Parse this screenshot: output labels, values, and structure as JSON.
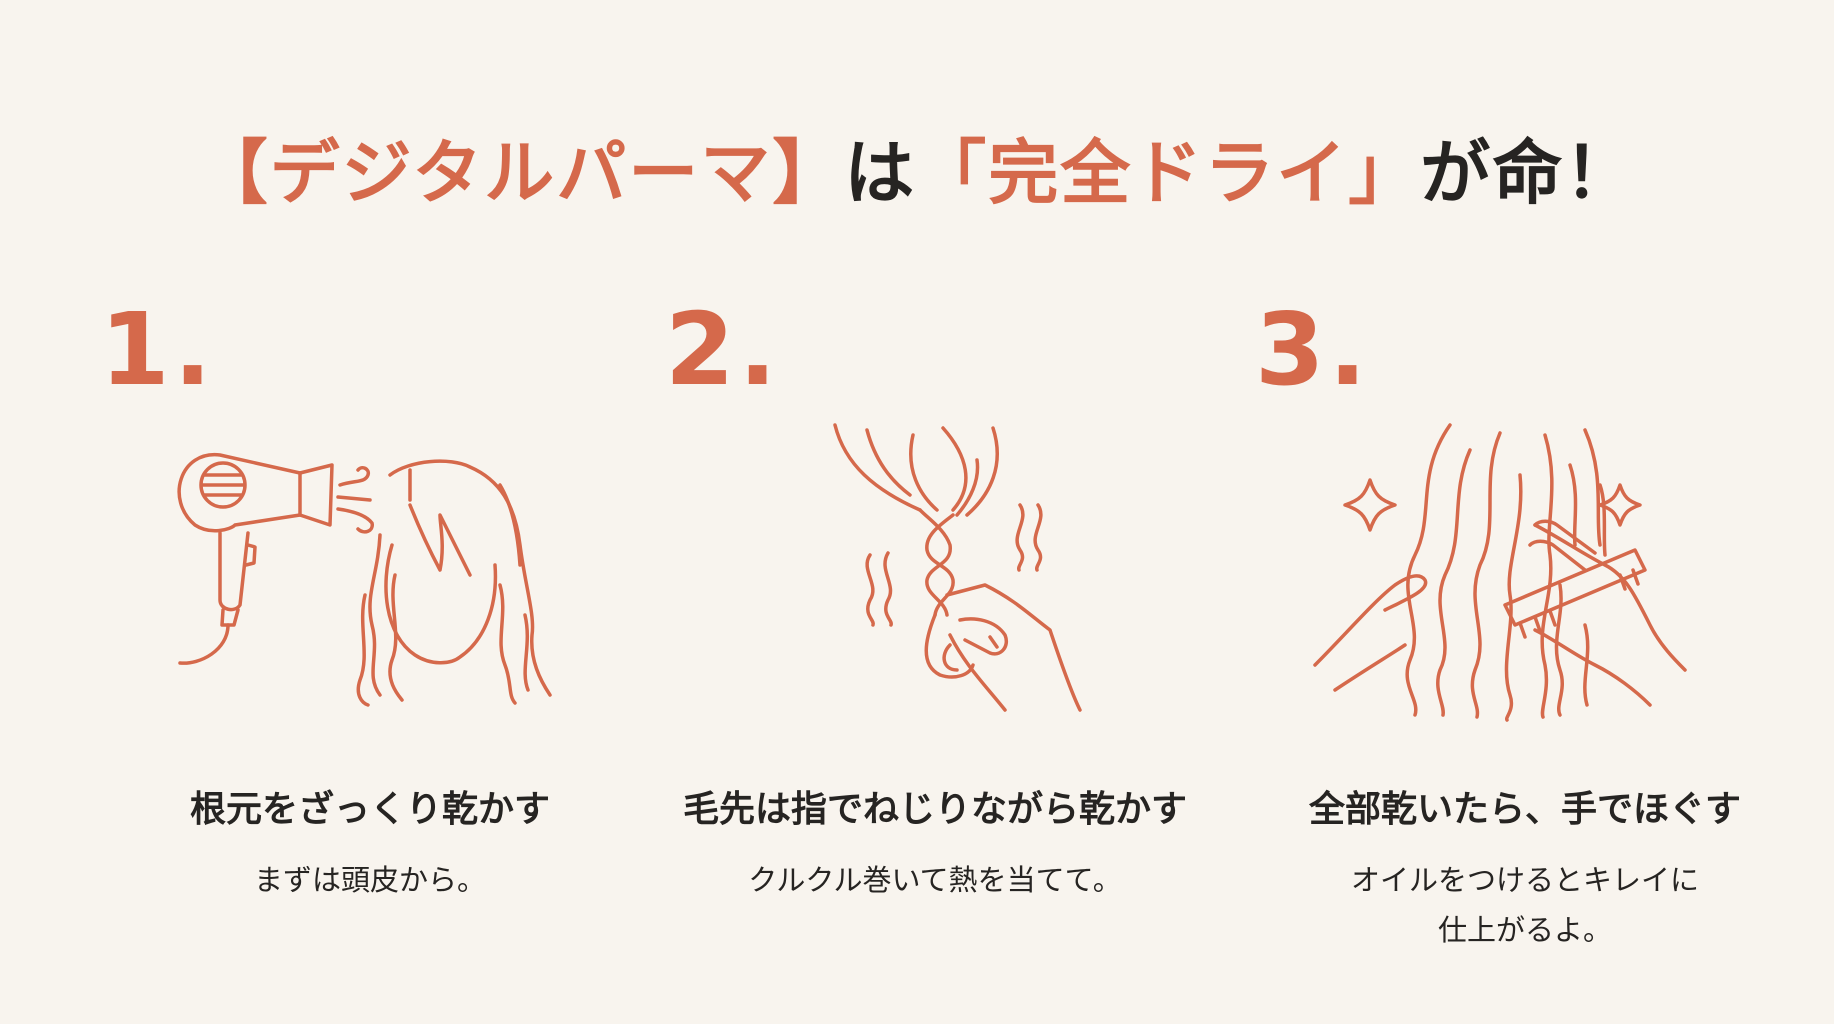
{
  "colors": {
    "background": "#f8f4ee",
    "accent": "#d5694b",
    "text": "#262422"
  },
  "title": {
    "part1": "【デジタルパーマ】",
    "part2": "は",
    "part3": "「完全ドライ」",
    "part4": "が命！"
  },
  "steps": [
    {
      "number": "1.",
      "illustration": "hair-dryer-on-hair-icon",
      "heading": "根元をざっくり乾かす",
      "description": [
        "まずは頭皮から。"
      ]
    },
    {
      "number": "2.",
      "illustration": "twisting-hair-with-fingers-icon",
      "heading": "毛先は指でねじりながら乾かす",
      "description": [
        "クルクル巻いて熱を当てて。"
      ]
    },
    {
      "number": "3.",
      "illustration": "combing-wavy-hair-sparkle-icon",
      "heading": "全部乾いたら、手でほぐす",
      "description": [
        "オイルをつけるとキレイに",
        "仕上がるよ。"
      ]
    }
  ]
}
